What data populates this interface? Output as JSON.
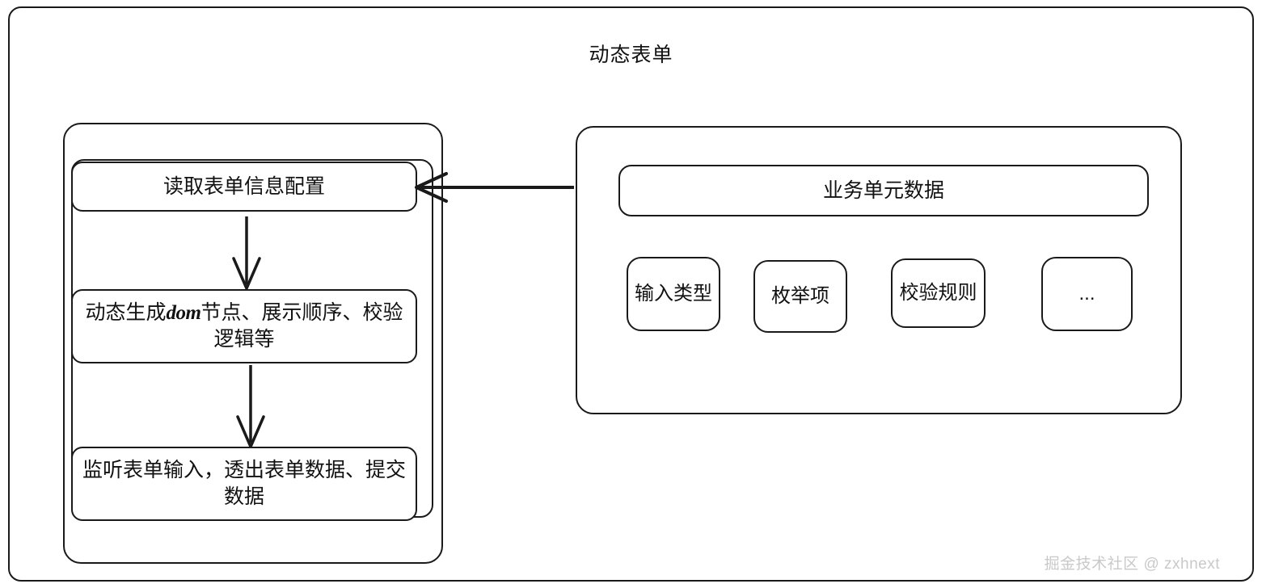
{
  "diagram": {
    "title": "动态表单",
    "watermark": "掘金技术社区 @ zxhnext",
    "stroke_color": "#1a1a1a",
    "background_color": "#ffffff",
    "watermark_color": "#c9c9c9"
  },
  "left_flow": {
    "steps": [
      {
        "id": "read-config",
        "label": "读取表单信息配置"
      },
      {
        "id": "generate-dom",
        "label_part_1": "动态生成",
        "label_code": "dom",
        "label_part_2": "节点、展示顺序、校验逻辑等"
      },
      {
        "id": "listen-input",
        "label": "监听表单输入，透出表单数据、提交数据"
      }
    ]
  },
  "right_panel": {
    "header": "业务单元数据",
    "units": [
      {
        "id": "input-type",
        "label": "输入类型"
      },
      {
        "id": "enum-item",
        "label": "枚举项"
      },
      {
        "id": "validate-rule",
        "label": "校验规则"
      },
      {
        "id": "more",
        "label": "..."
      }
    ]
  },
  "connectors": [
    {
      "id": "business-to-read-config",
      "from": "business-unit-group",
      "to": "read-config",
      "direction": "left"
    },
    {
      "id": "read-config-to-generate-dom",
      "from": "read-config",
      "to": "generate-dom",
      "direction": "down"
    },
    {
      "id": "generate-dom-to-listen-input",
      "from": "generate-dom",
      "to": "listen-input",
      "direction": "down"
    }
  ]
}
